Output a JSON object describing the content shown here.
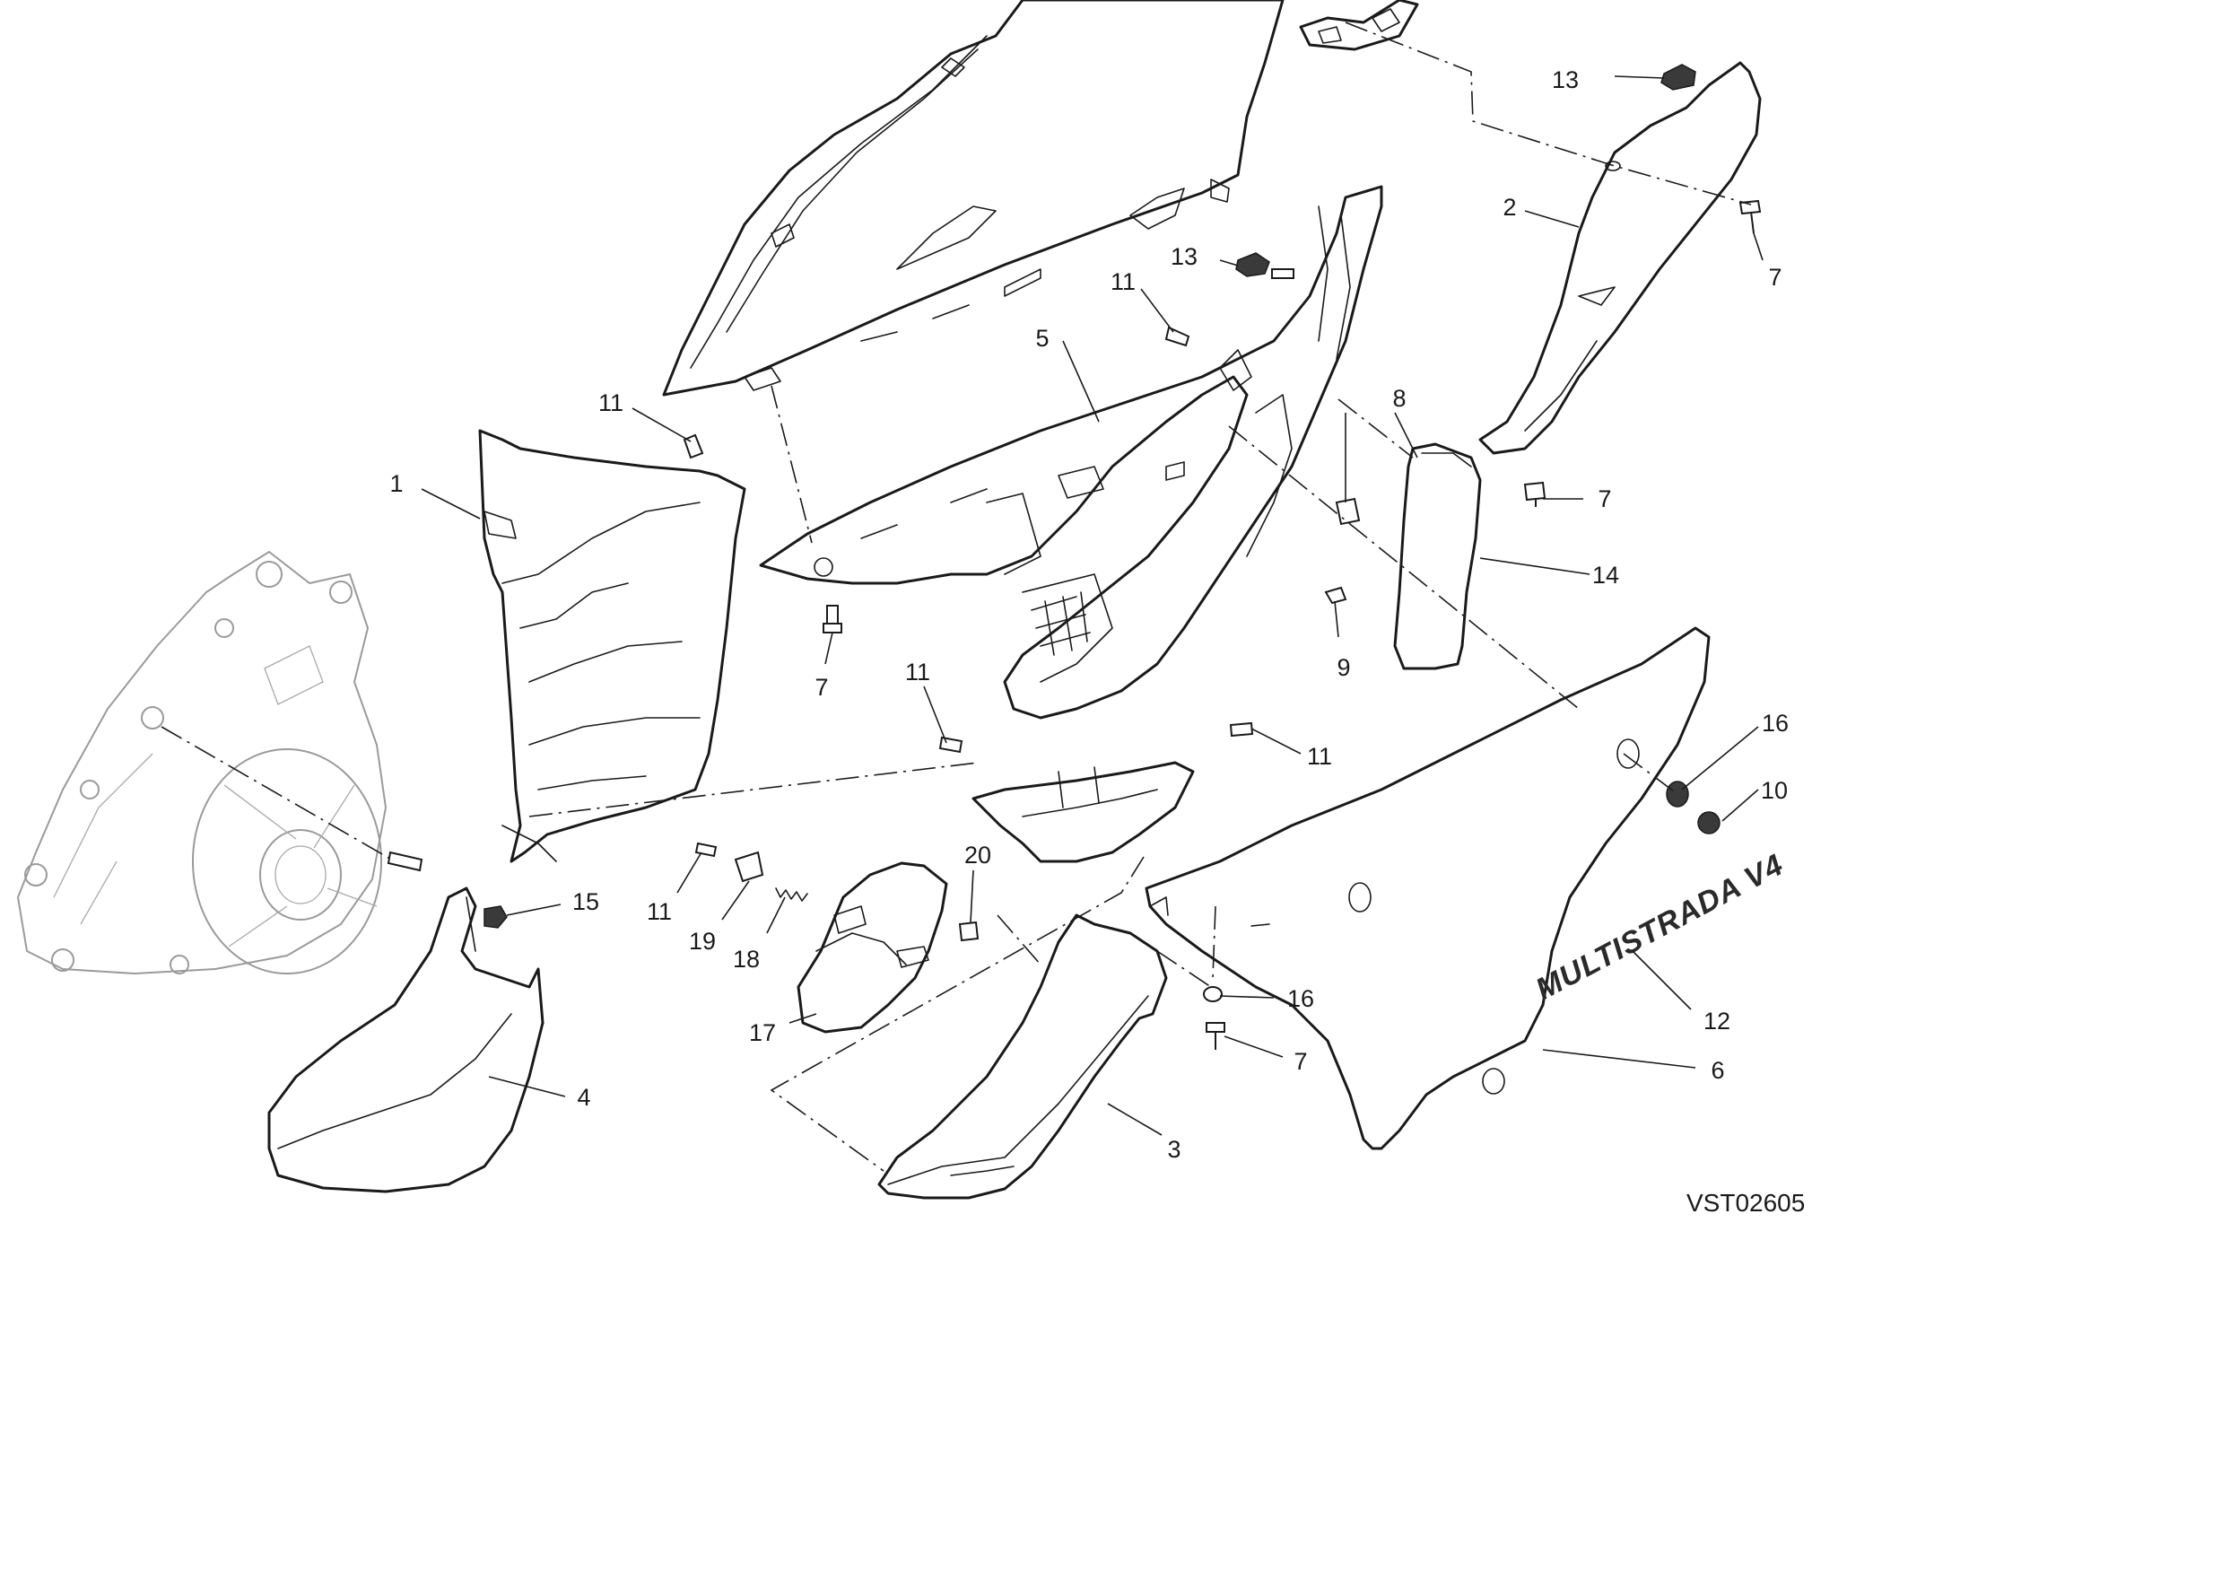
{
  "diagram_code": "VST02605",
  "decal_text": "MULTISTRADA V4",
  "callouts": [
    {
      "id": "c1",
      "number": "1"
    },
    {
      "id": "c2",
      "number": "2"
    },
    {
      "id": "c3",
      "number": "3"
    },
    {
      "id": "c4",
      "number": "4"
    },
    {
      "id": "c5",
      "number": "5"
    },
    {
      "id": "c6",
      "number": "6"
    },
    {
      "id": "c7a",
      "number": "7"
    },
    {
      "id": "c7b",
      "number": "7"
    },
    {
      "id": "c7c",
      "number": "7"
    },
    {
      "id": "c7d",
      "number": "7"
    },
    {
      "id": "c8",
      "number": "8"
    },
    {
      "id": "c9",
      "number": "9"
    },
    {
      "id": "c10",
      "number": "10"
    },
    {
      "id": "c11a",
      "number": "11"
    },
    {
      "id": "c11b",
      "number": "11"
    },
    {
      "id": "c11c",
      "number": "11"
    },
    {
      "id": "c11d",
      "number": "11"
    },
    {
      "id": "c11e",
      "number": "11"
    },
    {
      "id": "c12",
      "number": "12"
    },
    {
      "id": "c13a",
      "number": "13"
    },
    {
      "id": "c13b",
      "number": "13"
    },
    {
      "id": "c14",
      "number": "14"
    },
    {
      "id": "c15",
      "number": "15"
    },
    {
      "id": "c16a",
      "number": "16"
    },
    {
      "id": "c16b",
      "number": "16"
    },
    {
      "id": "c17",
      "number": "17"
    },
    {
      "id": "c18",
      "number": "18"
    },
    {
      "id": "c19",
      "number": "19"
    },
    {
      "id": "c20",
      "number": "20"
    }
  ]
}
